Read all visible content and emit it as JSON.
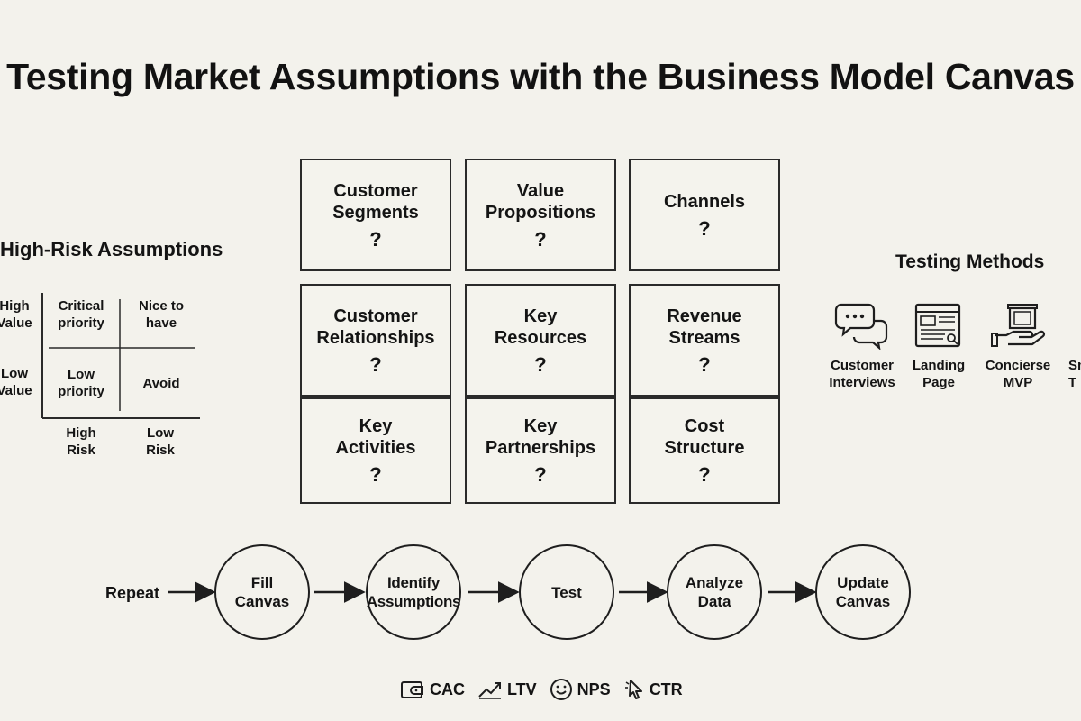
{
  "title": "Testing Market Assumptions with the Business Model Canvas",
  "canvas": {
    "cells": [
      {
        "label": "Customer\nSegments",
        "mark": "?"
      },
      {
        "label": "Value\nPropositions",
        "mark": "?"
      },
      {
        "label": "Channels",
        "mark": "?"
      },
      {
        "label": "Customer\nRelationships",
        "mark": "?"
      },
      {
        "label": "Key\nResources",
        "mark": "?"
      },
      {
        "label": "Revenue\nStreams",
        "mark": "?"
      },
      {
        "label": "Key\nActivities",
        "mark": "?"
      },
      {
        "label": "Key\nPartnerships",
        "mark": "?"
      },
      {
        "label": "Cost\nStructure",
        "mark": "?"
      }
    ]
  },
  "matrix": {
    "title": "High-Risk Assumptions",
    "row_labels": [
      "High\nValue",
      "Low\nValue"
    ],
    "col_labels": [
      "High\nRisk",
      "Low\nRisk"
    ],
    "quadrants": [
      "Critical\npriority",
      "Nice to\nhave",
      "Low\npriority",
      "Avoid"
    ]
  },
  "testing_methods": {
    "title": "Testing Methods",
    "items": [
      {
        "label": "Customer\nInterviews",
        "icon": "speech-bubbles-icon"
      },
      {
        "label": "Landing\nPage",
        "icon": "browser-page-icon"
      },
      {
        "label": "Concierse\nMVP",
        "icon": "hand-serving-icon"
      },
      {
        "label": "Sm\nT",
        "icon": "partial-icon"
      }
    ]
  },
  "process": {
    "repeat_label": "Repeat",
    "steps": [
      "Fill\nCanvas",
      "Identify\nAssumptions",
      "Test",
      "Analyze\nData",
      "Update\nCanvas"
    ]
  },
  "metrics": [
    {
      "label": "CAC",
      "icon": "wallet-icon"
    },
    {
      "label": "LTV",
      "icon": "trend-line-icon"
    },
    {
      "label": "NPS",
      "icon": "smiley-icon"
    },
    {
      "label": "CTR",
      "icon": "cursor-click-icon"
    }
  ]
}
